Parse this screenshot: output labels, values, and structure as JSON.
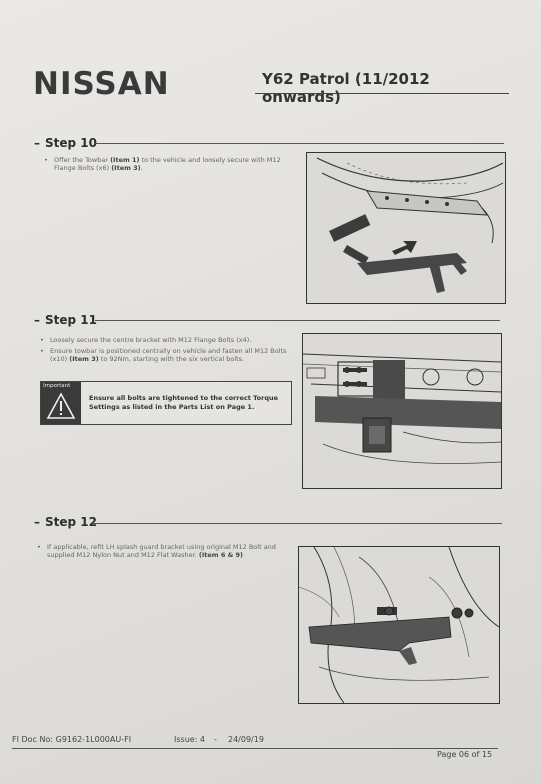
{
  "header": {
    "brand": "NISSAN",
    "model": "Y62 Patrol (11/2012 onwards)"
  },
  "steps": [
    {
      "title": "Step 10",
      "bullets": [
        {
          "parts": [
            "Offer the Towbar ",
            "(Item 1)",
            " to the vehicle and loosely secure with M12 Flange Bolts (x6) ",
            "(Item 3)",
            "."
          ]
        }
      ]
    },
    {
      "title": "Step 11",
      "bullets": [
        {
          "parts": [
            "Loosely secure the centre bracket with M12 Flange Bolts (x4).",
            "",
            "",
            "",
            ""
          ]
        },
        {
          "parts": [
            "Ensure towbar is positioned centrally on vehicle and fasten all M12 Bolts (x10) ",
            "(Item 3)",
            " to 92Nm, starting with the six vertical bolts.",
            "",
            ""
          ]
        }
      ],
      "important": {
        "label": "Important",
        "text": "Ensure all bolts are tightened to the correct Torque Settings as listed in the Parts List on Page 1."
      }
    },
    {
      "title": "Step 12",
      "bullets": [
        {
          "parts": [
            "If applicable, refit LH splash guard bracket using original M12 Bolt and supplied M12 Nylon Nut and M12 Flat Washer. ",
            "(Item 6 & 9)",
            "",
            "",
            ""
          ]
        }
      ]
    }
  ],
  "footer": {
    "doc": "FI Doc No: G9162-1L000AU-FI",
    "issue": "Issue: 4",
    "sep": "-",
    "date": "24/09/19",
    "page": "Page 06 of 15"
  }
}
